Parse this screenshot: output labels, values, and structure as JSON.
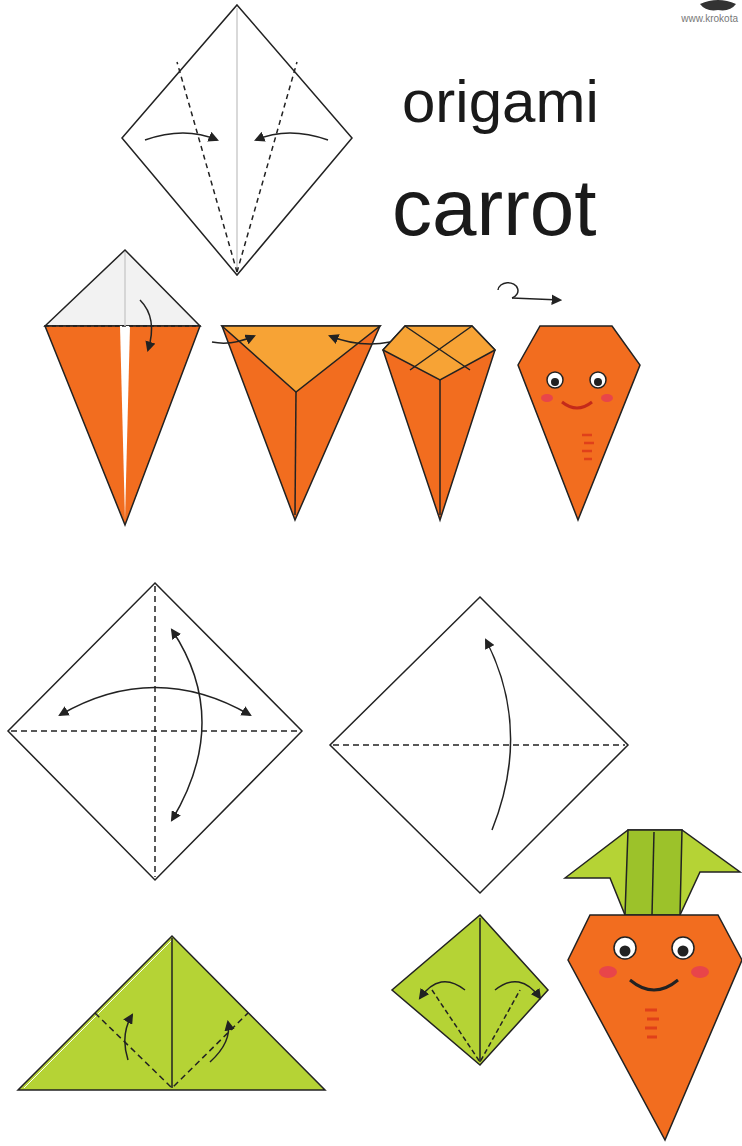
{
  "diagram": {
    "labels": [
      "www.krokota",
      "origami",
      "carrot"
    ]
  }
}
